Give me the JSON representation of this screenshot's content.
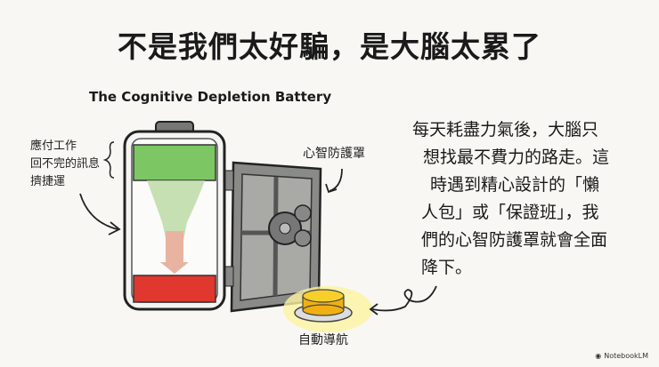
{
  "title": "不是我們太好騙，是大腦太累了",
  "subtitle": "The Cognitive Depletion Battery",
  "illustration": {
    "battery": {
      "top_color": "#7cc764",
      "bottom_color": "#e0372f",
      "label_lines": [
        "應付工作",
        "回不完的訊息",
        "擠捷運"
      ]
    },
    "shield_label": "心智防護罩",
    "button_label": "自動導航",
    "button_color": "#f5c21b"
  },
  "body": {
    "lines": [
      "每天耗盡力氣後，大腦只",
      "想找最不費力的路走。這",
      "時遇到精心設計的「懶",
      "人包」或「保證班」，我",
      "們的心智防護罩就會全面",
      "降下。"
    ]
  },
  "brand": {
    "icon": "notebooklm-icon",
    "label": "NotebookLM"
  }
}
